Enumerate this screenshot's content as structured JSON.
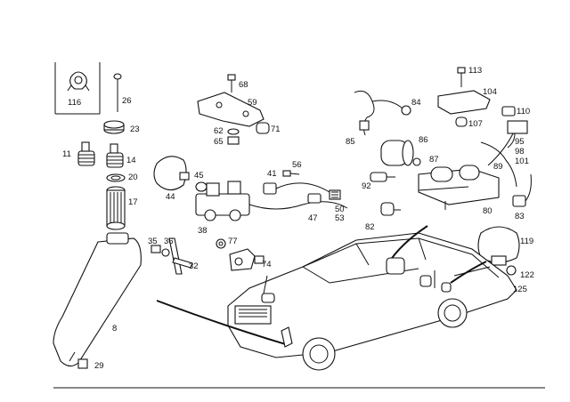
{
  "diagram": {
    "labels": {
      "p116": "116",
      "p26": "26",
      "p23": "23",
      "p11": "11",
      "p14": "14",
      "p20": "20",
      "p17": "17",
      "p8": "8",
      "p29": "29",
      "p35": "35",
      "p36": "36",
      "p32": "32",
      "p44": "44",
      "p45": "45",
      "p38": "38",
      "p77": "77",
      "p74": "74",
      "p68": "68",
      "p59": "59",
      "p62": "62",
      "p65": "65",
      "p71": "71",
      "p41": "41",
      "p56": "56",
      "p47": "47",
      "p50": "50",
      "p53": "53",
      "p84": "84",
      "p85": "85",
      "p86": "86",
      "p87": "87",
      "p92": "92",
      "p89": "89",
      "p82": "82",
      "p80": "80",
      "p113": "113",
      "p104": "104",
      "p110": "110",
      "p107": "107",
      "p95": "95",
      "p98": "98",
      "p101": "101",
      "p83": "83",
      "p119": "119",
      "p122": "122",
      "p125": "125"
    }
  }
}
